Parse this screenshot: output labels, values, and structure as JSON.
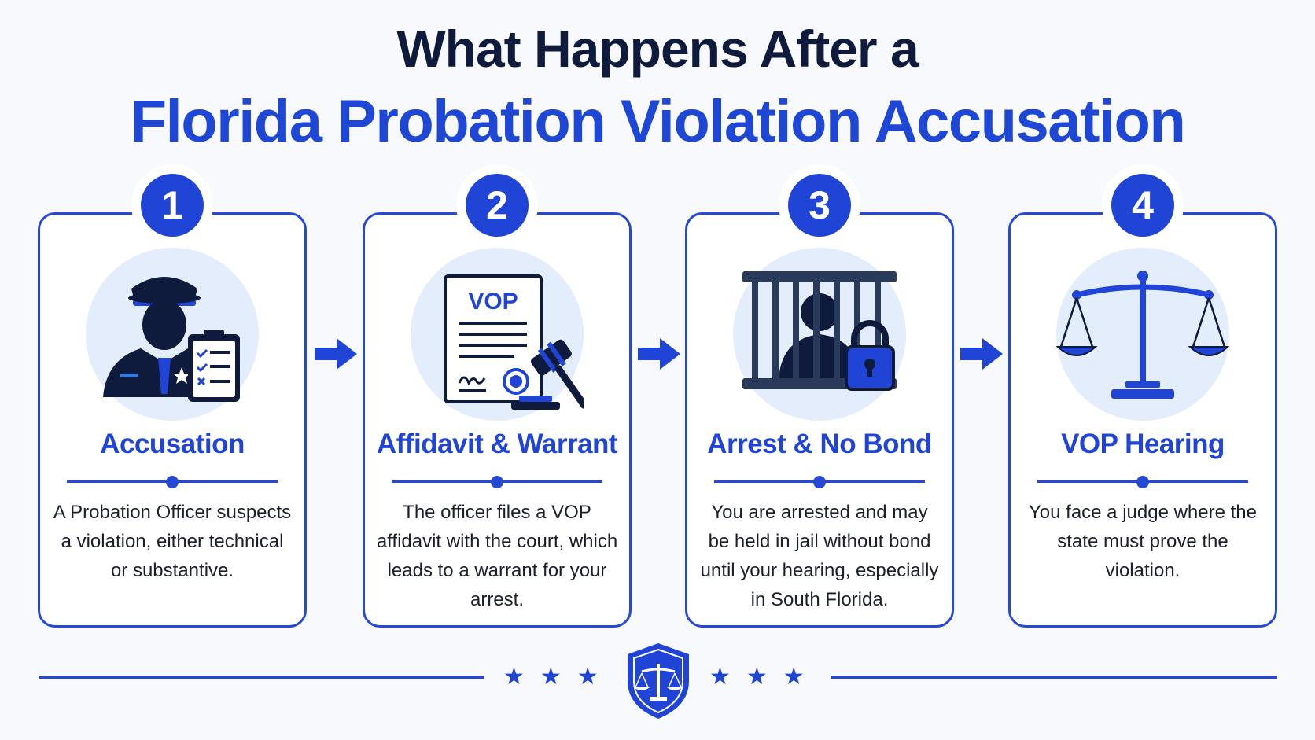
{
  "title": {
    "line1": "What Happens After a",
    "line2": "Florida Probation Violation Accusation"
  },
  "steps": [
    {
      "number": "1",
      "title": "Accusation",
      "description": "A Probation Officer suspects a violation, either technical or substantive.",
      "icon": "police-officer-clipboard-icon"
    },
    {
      "number": "2",
      "title": "Affidavit & Warrant",
      "description": "The officer files a VOP affidavit with the court, which leads to a warrant for your arrest.",
      "icon": "affidavit-gavel-icon",
      "icon_text": "VOP"
    },
    {
      "number": "3",
      "title": "Arrest & No Bond",
      "description": "You are arrested and may be held in jail without bond until your hearing, especially in South Florida.",
      "icon": "jail-lock-icon"
    },
    {
      "number": "4",
      "title": "VOP Hearing",
      "description": "You face a judge where the state must prove the violation.",
      "icon": "scales-of-justice-icon"
    }
  ],
  "footer": {
    "stars_left": "★★★",
    "stars_right": "★★★",
    "emblem": "shield-scales-icon"
  },
  "colors": {
    "brand_blue": "#1f44d6",
    "dark_navy": "#0e1b3d",
    "icon_bg": "#e3edfb"
  }
}
